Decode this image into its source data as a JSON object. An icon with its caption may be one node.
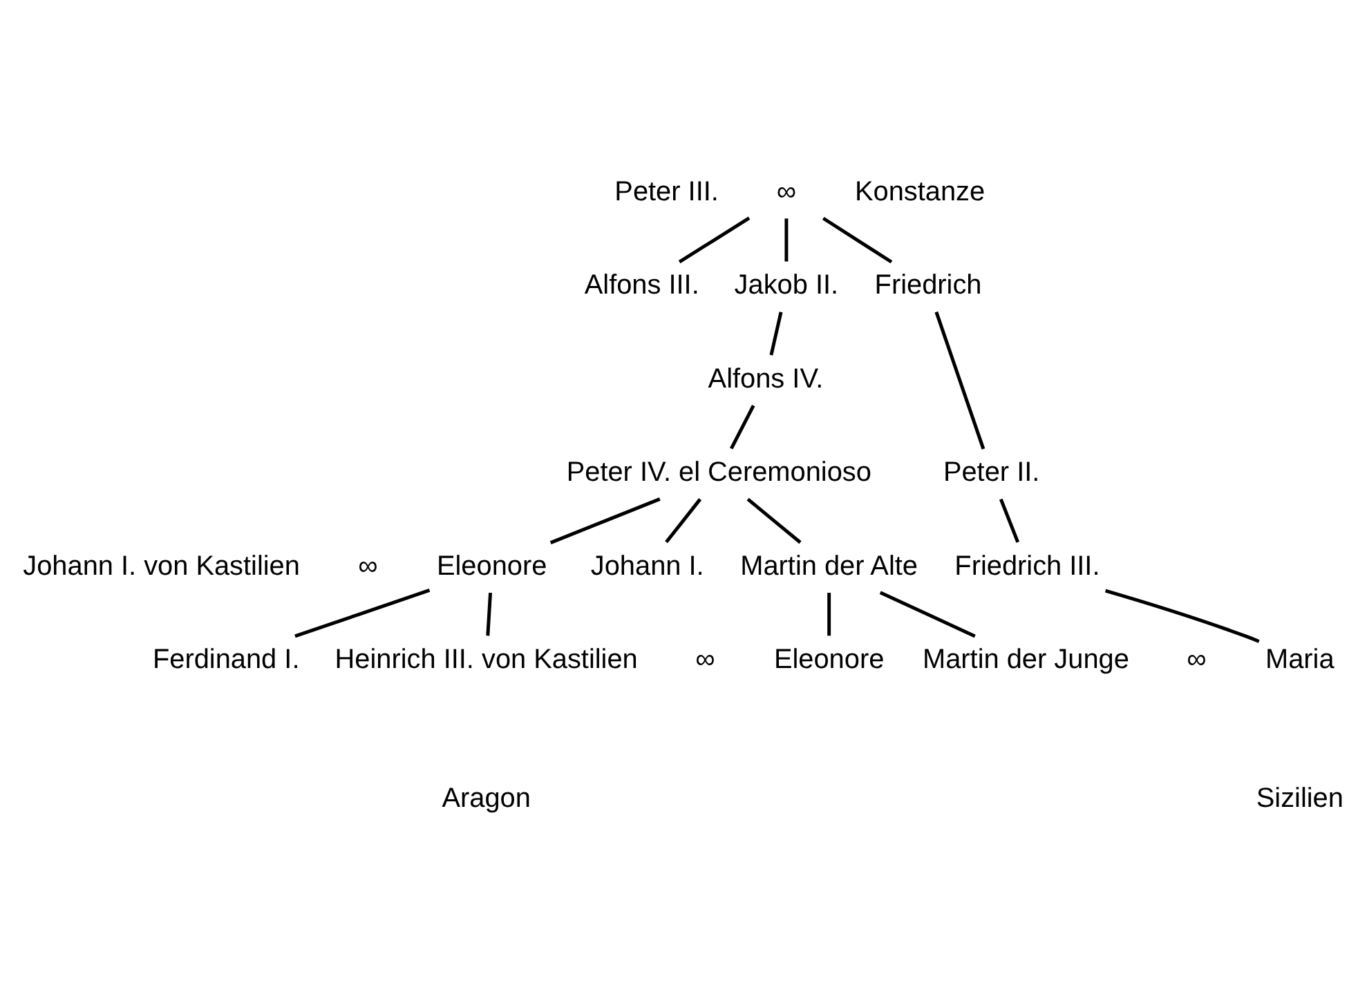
{
  "diagram": {
    "nodes": [
      {
        "text": [
          "Peter III."
        ]
      },
      {
        "text": [
          "∞"
        ]
      },
      {
        "text": [
          "Konstanze"
        ]
      },
      {
        "text": [
          "Alfons III."
        ]
      },
      {
        "text": [
          "Jakob II."
        ]
      },
      {
        "text": [
          "Friedrich"
        ]
      },
      {
        "text": [
          "Alfons IV."
        ]
      },
      {
        "text": [
          "Peter II."
        ]
      },
      {
        "text": [
          "Peter IV. el Ceremonioso"
        ]
      },
      {
        "text": [
          "Johann I. von Kastilien"
        ]
      },
      {
        "text": [
          "Eleonore"
        ]
      },
      {
        "text": [
          "Johann I."
        ]
      },
      {
        "text": [
          "Martin der Alte"
        ]
      },
      {
        "text": [
          "Friedrich III."
        ]
      },
      {
        "text": [
          "Ferdinand I."
        ]
      },
      {
        "text": [
          "Heinrich III. von Kastilien"
        ]
      },
      {
        "text": [
          "Eleonore"
        ]
      },
      {
        "text": [
          "Martin der Junge"
        ]
      },
      {
        "text": [
          "Maria"
        ]
      }
    ],
    "edges": [
      {
        "from": 1,
        "to": 3,
        "arrow": "none"
      },
      {
        "from": 1,
        "to": 4,
        "arrow": "none"
      },
      {
        "from": 1,
        "to": 5,
        "arrow": "none"
      },
      {
        "from": 4,
        "to": 6,
        "arrow": "none"
      },
      {
        "from": 5,
        "to": 7,
        "arrow": "none"
      },
      {
        "from": 6,
        "to": 8,
        "arrow": "none"
      },
      {
        "from": 7,
        "to": 13,
        "arrow": "none"
      },
      {
        "from": 8,
        "to": 10,
        "arrow": "none"
      },
      {
        "from": 8,
        "to": 11,
        "arrow": "none"
      },
      {
        "from": 8,
        "to": 12,
        "arrow": "none"
      },
      {
        "from": 10,
        "to": 14,
        "arrow": "none"
      },
      {
        "from": 10,
        "to": 15,
        "arrow": "none"
      },
      {
        "from": 12,
        "to": 16,
        "arrow": "none"
      },
      {
        "from": 12,
        "to": 17,
        "arrow": "none"
      },
      {
        "from": 13,
        "to": 18,
        "arrow": "none"
      }
    ],
    "labels": [
      "∞",
      "∞",
      "∞",
      "Aragon",
      "Sizilien"
    ]
  }
}
